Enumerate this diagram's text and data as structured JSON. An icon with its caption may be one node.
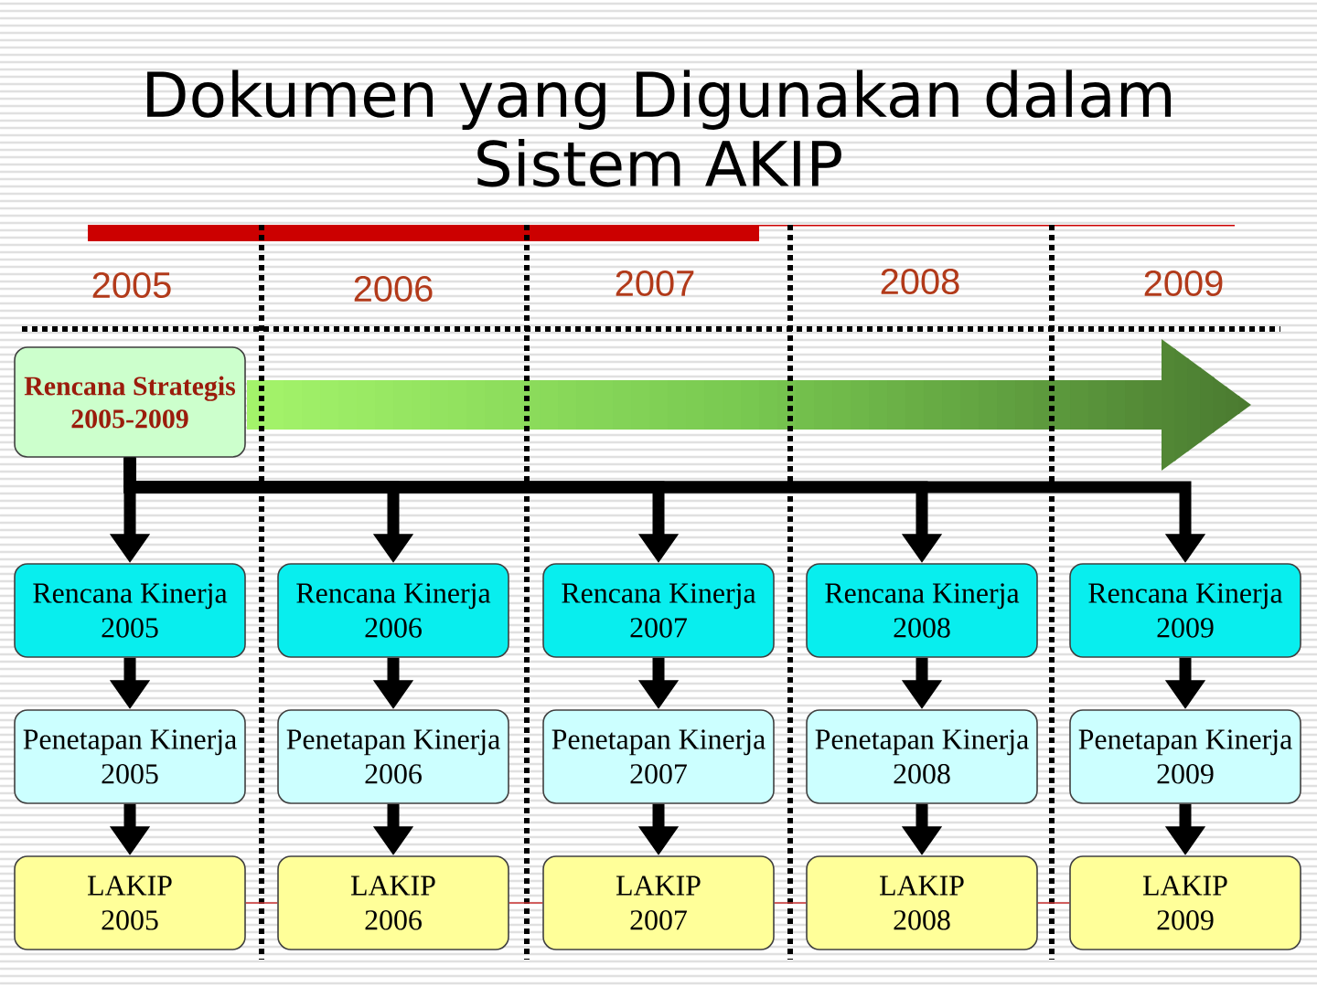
{
  "diagram": {
    "title": "Dokumen yang Digunakan dalam Sistem AKIP",
    "nodes": [
      {
        "text": [
          "Rencana Strategis 2005-2009"
        ]
      },
      {
        "text": [
          "Rencana Kinerja 2005"
        ]
      },
      {
        "text": [
          "Rencana Kinerja 2006"
        ]
      },
      {
        "text": [
          "Rencana Kinerja 2007"
        ]
      },
      {
        "text": [
          "Rencana Kinerja 2008"
        ]
      },
      {
        "text": [
          "Rencana Kinerja 2009"
        ]
      },
      {
        "text": [
          "Penetapan Kinerja 2005"
        ]
      },
      {
        "text": [
          "Penetapan Kinerja 2006"
        ]
      },
      {
        "text": [
          "Penetapan Kinerja 2007"
        ]
      },
      {
        "text": [
          "Penetapan Kinerja 2008"
        ]
      },
      {
        "text": [
          "Penetapan Kinerja 2009"
        ]
      },
      {
        "text": [
          "LAKIP 2005"
        ]
      },
      {
        "text": [
          "LAKIP 2006"
        ]
      },
      {
        "text": [
          "LAKIP 2007"
        ]
      },
      {
        "text": [
          "LAKIP 2008"
        ]
      },
      {
        "text": [
          "LAKIP 2009"
        ]
      }
    ],
    "edges": [
      {
        "from": 0,
        "to": 1,
        "arrow": "to"
      },
      {
        "from": 0,
        "to": 2,
        "arrow": "to"
      },
      {
        "from": 0,
        "to": 3,
        "arrow": "to"
      },
      {
        "from": 0,
        "to": 4,
        "arrow": "to"
      },
      {
        "from": 0,
        "to": 5,
        "arrow": "to"
      },
      {
        "from": 1,
        "to": 6,
        "arrow": "to"
      },
      {
        "from": 2,
        "to": 7,
        "arrow": "to"
      },
      {
        "from": 3,
        "to": 8,
        "arrow": "to"
      },
      {
        "from": 4,
        "to": 9,
        "arrow": "to"
      },
      {
        "from": 5,
        "to": 10,
        "arrow": "to"
      },
      {
        "from": 6,
        "to": 11,
        "arrow": "to"
      },
      {
        "from": 7,
        "to": 12,
        "arrow": "to"
      },
      {
        "from": 8,
        "to": 13,
        "arrow": "to"
      },
      {
        "from": 9,
        "to": 14,
        "arrow": "to"
      },
      {
        "from": 10,
        "to": 15,
        "arrow": "to"
      },
      {
        "from": 11,
        "to": 12,
        "arrow": "none",
        "color": "#cc3333"
      },
      {
        "from": 12,
        "to": 13,
        "arrow": "none",
        "color": "#cc3333"
      },
      {
        "from": 13,
        "to": 14,
        "arrow": "none",
        "color": "#cc3333"
      },
      {
        "from": 14,
        "to": 15,
        "arrow": "none",
        "color": "#cc3333"
      }
    ],
    "labels": [
      "2005",
      "2006",
      "2007",
      "2008",
      "2009"
    ]
  }
}
